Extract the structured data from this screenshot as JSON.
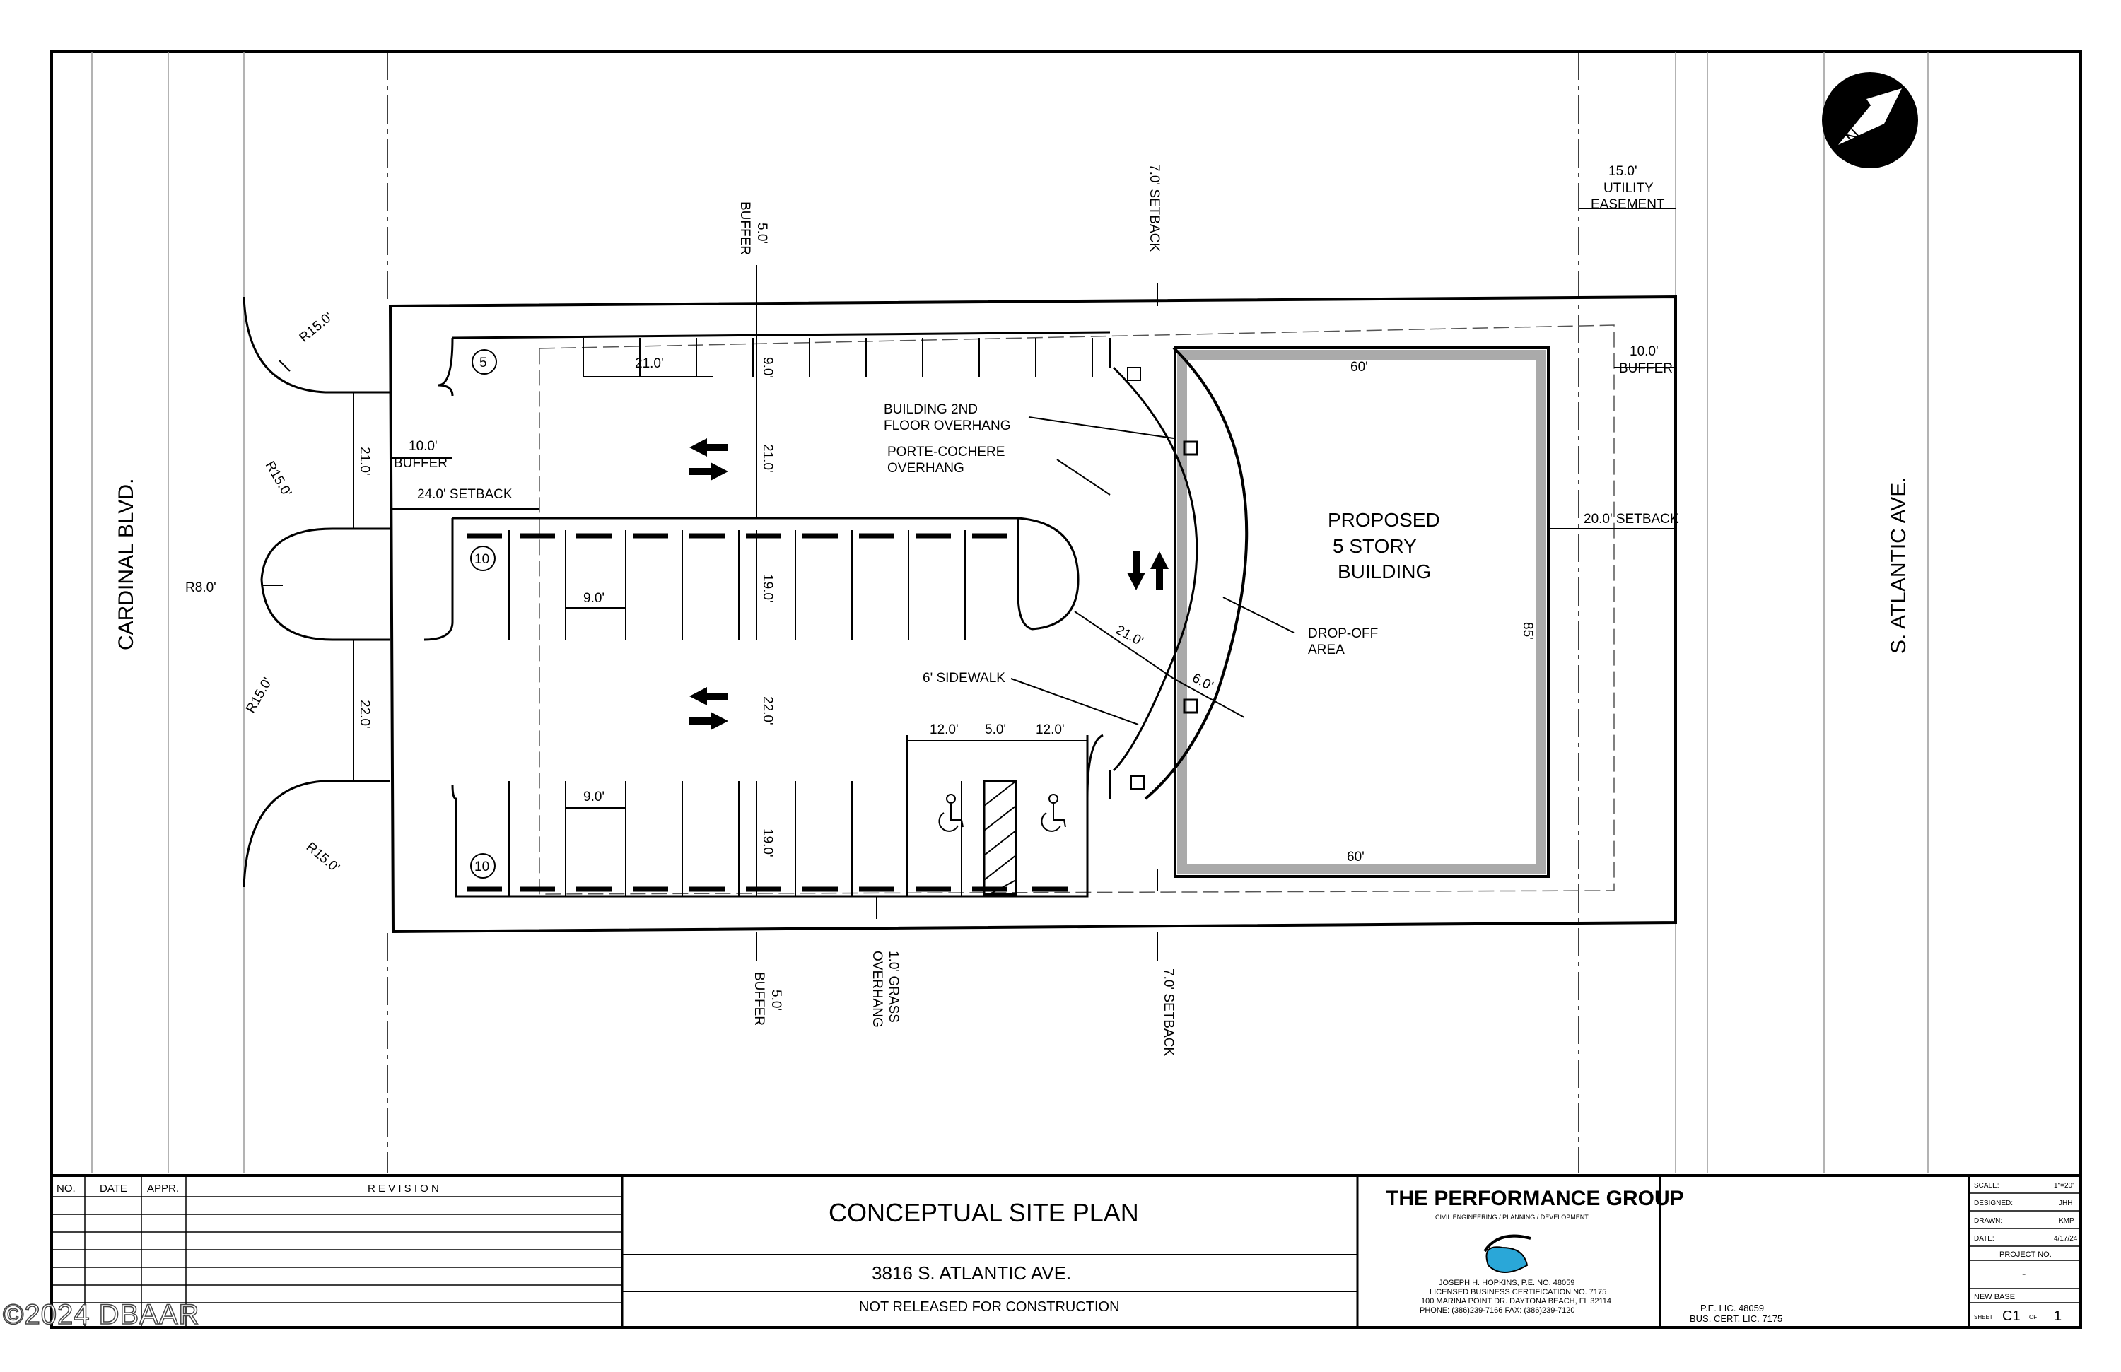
{
  "street_left": "CARDINAL BLVD.",
  "street_right": "S. ATLANTIC AVE.",
  "north_label": "N",
  "building": {
    "lines": [
      "PROPOSED",
      "5 STORY",
      "BUILDING"
    ],
    "width_top": "60'",
    "width_bottom": "60'",
    "depth": "85'"
  },
  "labels": {
    "buffer_top": [
      "5.0'",
      "BUFFER"
    ],
    "buffer_bottom": [
      "5.0'",
      "BUFFER"
    ],
    "setback_top": "7.0' SETBACK",
    "setback_bottom": "7.0' SETBACK",
    "utility_easement": [
      "15.0'",
      "UTILITY",
      "EASEMENT"
    ],
    "buffer_right": [
      "10.0'",
      "BUFFER"
    ],
    "buffer_left": [
      "10.0'",
      "BUFFER"
    ],
    "setback_left": "24.0' SETBACK",
    "setback_right": "20.0' SETBACK",
    "building_2nd_floor": [
      "BUILDING 2ND",
      "FLOOR OVERHANG"
    ],
    "porte_cochere": [
      "PORTE-COCHERE",
      "OVERHANG"
    ],
    "drop_off": [
      "DROP-OFF",
      "AREA"
    ],
    "sidewalk": "6' SIDEWALK",
    "grass_overhang": [
      "1.0' GRASS",
      "OVERHANG"
    ],
    "radius_top": "R15.0'",
    "radius_mid_top": "R15.0'",
    "radius_mid_bottom": "R15.0'",
    "radius_bottom": "R15.0'",
    "radius_island": "R8.0'"
  },
  "dimensions": {
    "stall_depth_top": "21.0'",
    "nine_top": "9.0'",
    "aisle_top": "21.0'",
    "double_row": "19.0'",
    "stall_width_mid": "9.0'",
    "aisle_bottom": "22.0'",
    "stall_width_bottom": "9.0'",
    "bottom_row": "19.0'",
    "entry_top": "21.0'",
    "entry_bottom": "22.0'",
    "ada_left": "12.0'",
    "ada_access": "5.0'",
    "ada_right": "12.0'",
    "loop_drive": "21.0'",
    "sidewalk_width": "6.0'"
  },
  "space_counts": {
    "top": "5",
    "middle": "10",
    "bottom": "10"
  },
  "title_block": {
    "rev_headers": {
      "no": "NO.",
      "date": "DATE",
      "appr": "APPR.",
      "revision": "R E V I S I O N"
    },
    "title": "CONCEPTUAL SITE PLAN",
    "address": "3816 S. ATLANTIC AVE.",
    "status": "NOT RELEASED FOR CONSTRUCTION",
    "company": "THE PERFORMANCE GROUP",
    "company_sub": "CIVIL ENGINEERING / PLANNING / DEVELOPMENT",
    "engineer_lines": [
      "JOSEPH H. HOPKINS, P.E. NO. 48059",
      "LICENSED BUSINESS CERTIFICATION NO. 7175",
      "100 MARINA POINT DR. DAYTONA BEACH, FL 32114",
      "PHONE: (386)239-7166 FAX: (386)239-7120"
    ],
    "license": [
      "P.E. LIC. 48059",
      "BUS. CERT. LIC. 7175"
    ],
    "meta": [
      {
        "label": "SCALE:",
        "value": "1\"=20'"
      },
      {
        "label": "DESIGNED:",
        "value": "JHH"
      },
      {
        "label": "DRAWN:",
        "value": "KMP"
      },
      {
        "label": "DATE:",
        "value": "4/17/24"
      }
    ],
    "project_no_label": "PROJECT NO.",
    "project_no": "-",
    "base_label": "NEW BASE",
    "sheet_label": "SHEET",
    "sheet": "C1",
    "of_label": "OF",
    "sheet_total": "1"
  },
  "watermark": "©2024 DBAAR"
}
